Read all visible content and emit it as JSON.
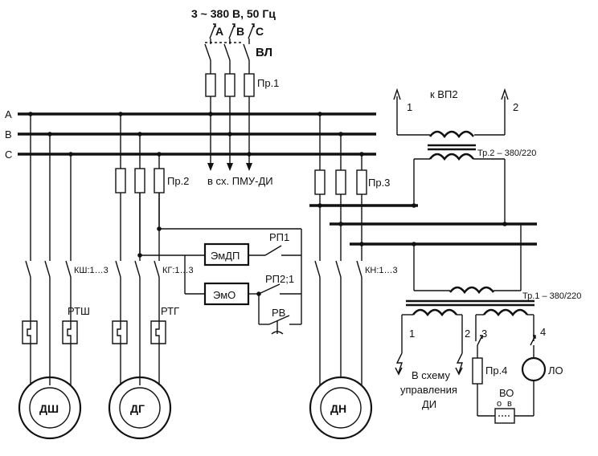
{
  "supply": {
    "label": "3 ~ 380 В, 50 Гц",
    "phase_a": "A",
    "phase_b": "B",
    "phase_c": "C",
    "breaker": "ВЛ",
    "fuse": "Пр.1",
    "to_scheme": "в сх. ПМУ-ДИ"
  },
  "buses": {
    "a": "A",
    "b": "B",
    "c": "C"
  },
  "fuses": {
    "pr2": "Пр.2",
    "pr3": "Пр.3",
    "pr4": "Пр.4"
  },
  "contactors": {
    "ksh": "КШ:1…3",
    "kg": "КГ:1…3",
    "kn": "КН:1…3"
  },
  "thermal_relays": {
    "rtsh": "РТШ",
    "rtg": "РТГ"
  },
  "motors": {
    "dsh": "ДШ",
    "dg": "ДГ",
    "dn": "ДН"
  },
  "control": {
    "emdp": "ЭмДП",
    "emo": "ЭмО",
    "rp1": "РП1",
    "rp2": "РП2;1",
    "rv": "РВ"
  },
  "transformers": {
    "vp2": "к ВП2",
    "vp2_out1": "1",
    "vp2_out2": "2",
    "tr2": "Тр.2 – 380/220",
    "tr1": "Тр.1 – 380/220",
    "out1": "1",
    "out2": "2",
    "out3": "3",
    "out4": "4"
  },
  "outputs": {
    "di_line1": "В схему",
    "di_line2": "управления",
    "di_line3": "ДИ",
    "lamp": "ЛО",
    "switch": "ВО",
    "switch_o": "о",
    "switch_v": "в"
  }
}
